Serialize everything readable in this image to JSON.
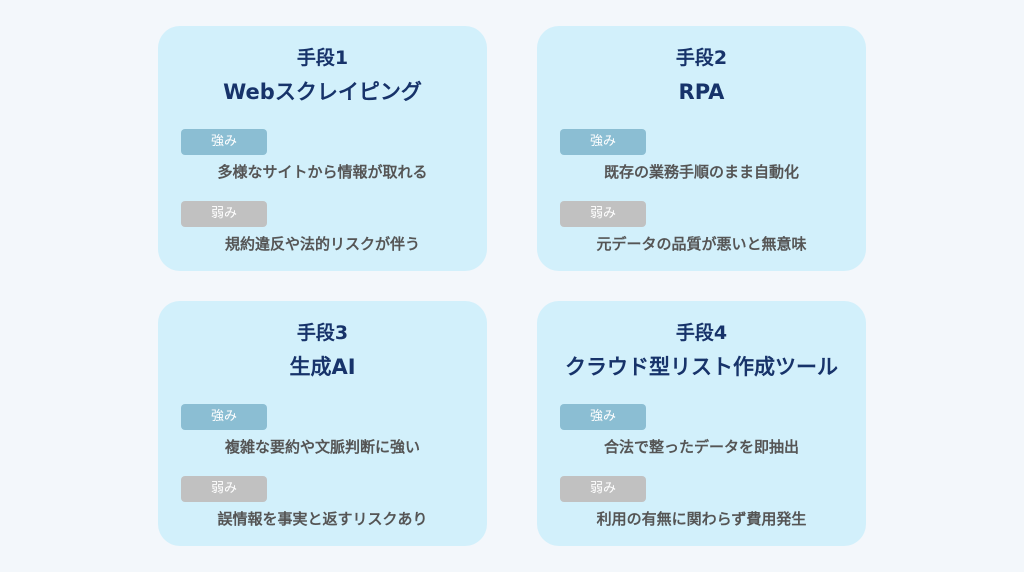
{
  "cards": [
    {
      "label": "手段1",
      "title": "Webスクレイピング",
      "strength_tag": "強み",
      "strength_text": "多様なサイトから情報が取れる",
      "weakness_tag": "弱み",
      "weakness_text": "規約違反や法的リスクが伴う"
    },
    {
      "label": "手段2",
      "title": "RPA",
      "strength_tag": "強み",
      "strength_text": "既存の業務手順のまま自動化",
      "weakness_tag": "弱み",
      "weakness_text": "元データの品質が悪いと無意味"
    },
    {
      "label": "手段3",
      "title": "生成AI",
      "strength_tag": "強み",
      "strength_text": "複雑な要約や文脈判断に強い",
      "weakness_tag": "弱み",
      "weakness_text": "誤情報を事実と返すリスクあり"
    },
    {
      "label": "手段4",
      "title": "クラウド型リスト作成ツール",
      "strength_tag": "強み",
      "strength_text": "合法で整ったデータを即抽出",
      "weakness_tag": "弱み",
      "weakness_text": "利用の有無に関わらず費用発生"
    }
  ],
  "colors": {
    "background": "#f3f7fb",
    "card": "#d2f0fb",
    "title": "#17336a",
    "strength_tag": "#8bbed3",
    "weakness_tag": "#c1c1c1",
    "body_text": "#555555"
  }
}
